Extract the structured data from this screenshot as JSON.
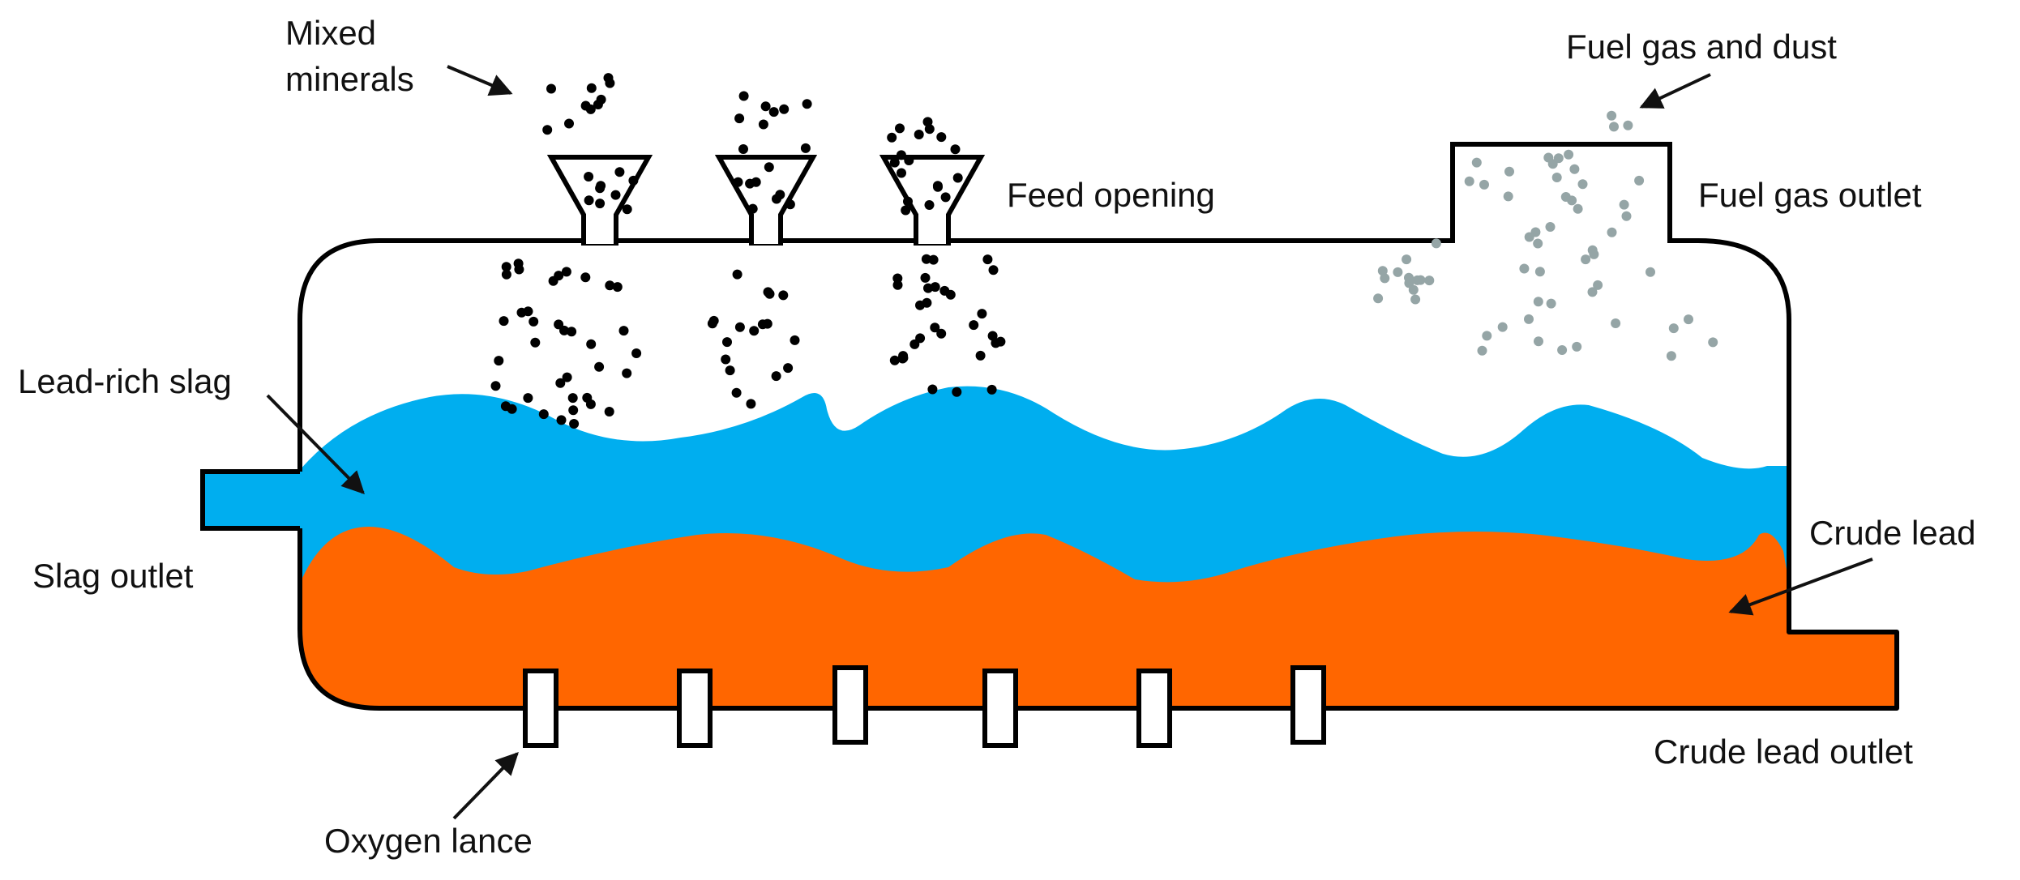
{
  "labels": {
    "mixed_minerals_line1": "Mixed",
    "mixed_minerals_line2": "minerals",
    "feed_opening": "Feed opening",
    "fuel_gas_and_dust": "Fuel gas and dust",
    "fuel_gas_outlet": "Fuel gas outlet",
    "lead_rich_slag": "Lead-rich slag",
    "slag_outlet": "Slag outlet",
    "crude_lead": "Crude lead",
    "crude_lead_outlet": "Crude lead outlet",
    "oxygen_lance": "Oxygen lance"
  },
  "colors": {
    "slag": "#00AEEF",
    "crude_lead": "#FF6600",
    "outline": "#000000",
    "mineral_particles": "#000000",
    "dust_particles": "#95A5A6"
  },
  "icons": {
    "feeders": "funnel-icon",
    "lances": "lance-nozzle-icon",
    "annotation_arrows": "arrow-icon"
  }
}
